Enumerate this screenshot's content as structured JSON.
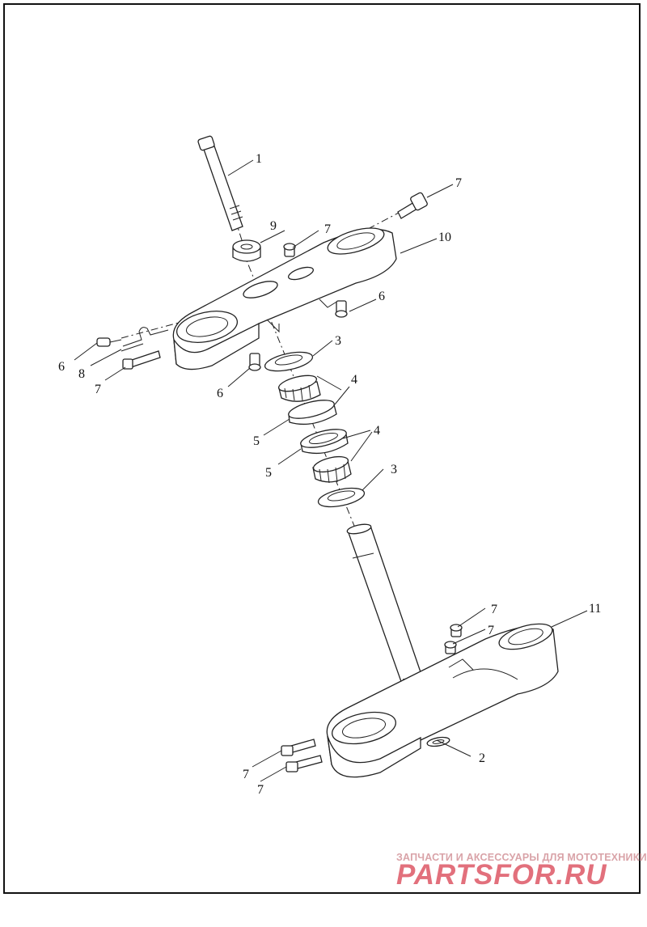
{
  "callouts": {
    "c1": "1",
    "c2": "2",
    "c3a": "3",
    "c3b": "3",
    "c4a": "4",
    "c4b": "4",
    "c5a": "5",
    "c5b": "5",
    "c6a": "6",
    "c6b": "6",
    "c6c": "6",
    "c7a": "7",
    "c7b": "7",
    "c7c": "7",
    "c7d": "7",
    "c7e": "7",
    "c7f": "7",
    "c7g": "7",
    "c8": "8",
    "c9": "9",
    "c10": "10",
    "c11": "11"
  },
  "watermark": {
    "tagline": "ЗАПЧАСТИ И АКСЕССУАРЫ ДЛЯ МОТОТЕХНИКИ",
    "logo": "PARTSFOR.RU"
  },
  "colors": {
    "line": "#222222",
    "watermark_text": "#d9a3a8",
    "watermark_logo": "#e2707c"
  }
}
